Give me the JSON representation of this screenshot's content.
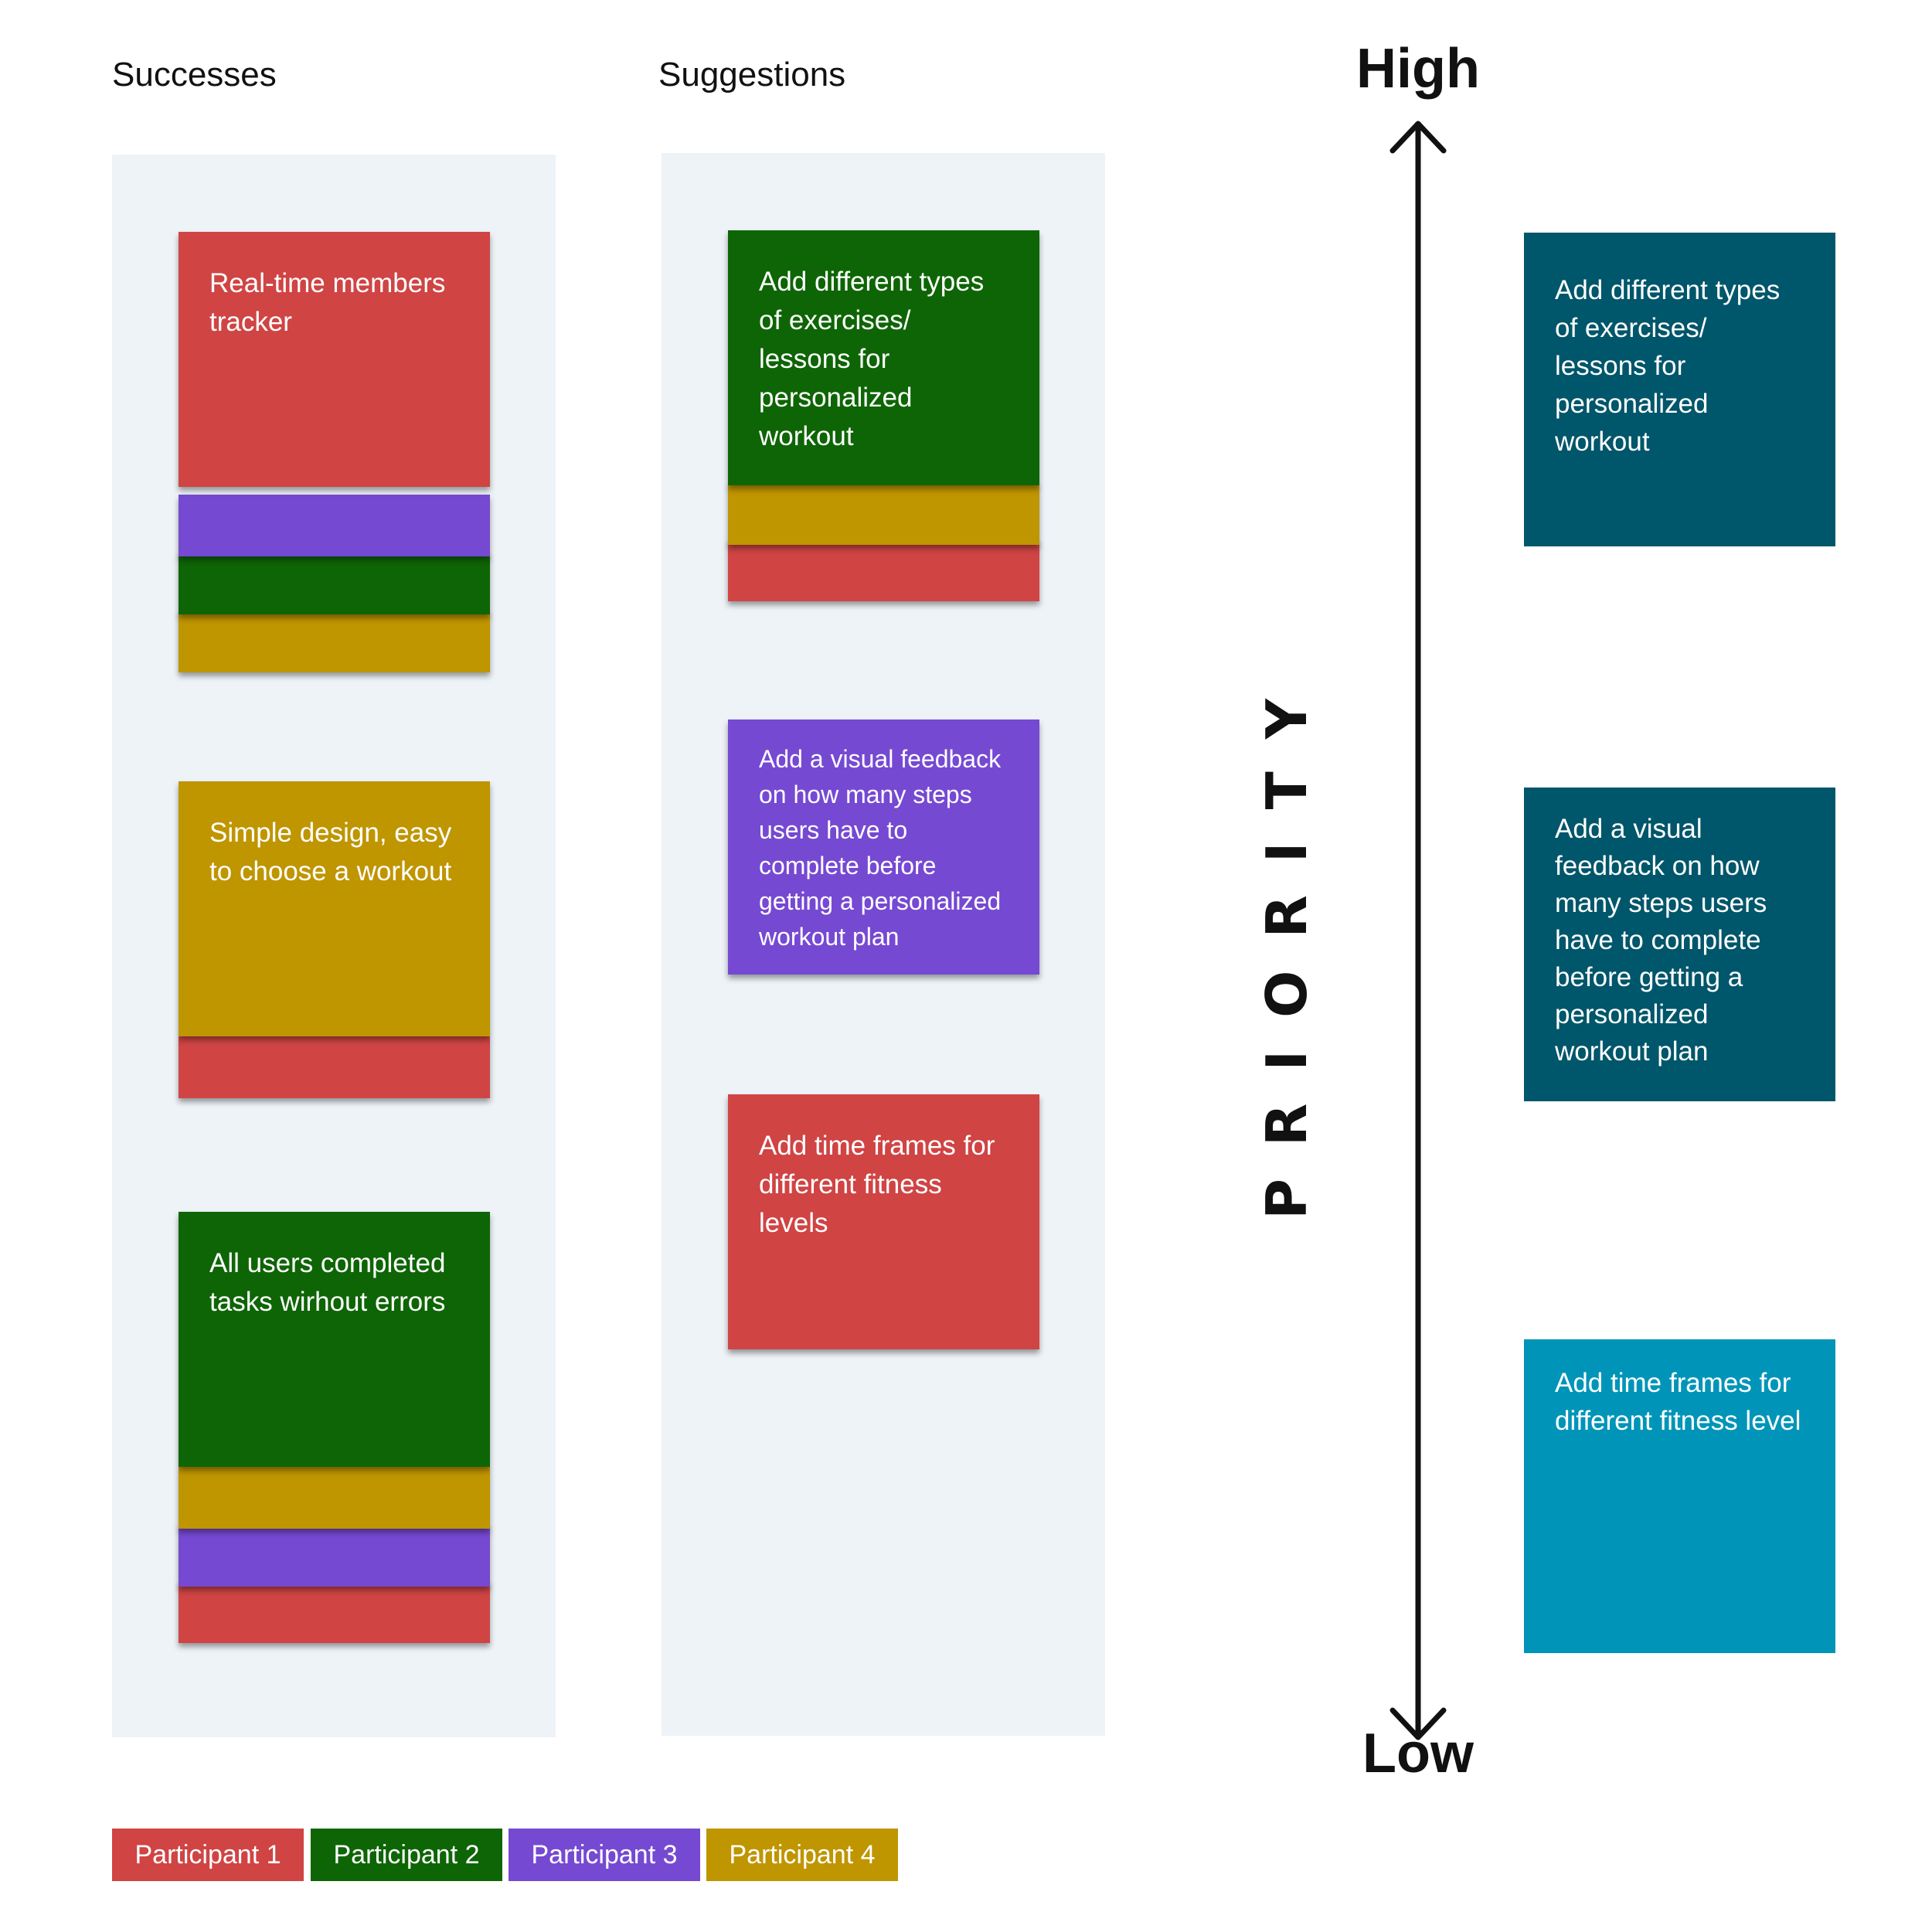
{
  "columns": {
    "successes": {
      "title": "Successes",
      "notes": [
        {
          "text": "Real-time members tracker"
        },
        {
          "text": "Simple design, easy to choose a workout"
        },
        {
          "text": "All users completed tasks wirhout errors"
        }
      ]
    },
    "suggestions": {
      "title": "Suggestions",
      "notes": [
        {
          "text": "Add different types of exercises/ lessons for personalized workout"
        },
        {
          "text": "Add a visual feedback on how many steps users  have to complete before getting a personalized workout plan"
        },
        {
          "text": "Add time frames for different fitness levels"
        }
      ]
    }
  },
  "priority": {
    "axis_title": "PRIORITY",
    "high_label": "High",
    "low_label": "Low",
    "items": [
      {
        "text": "Add different types of exercises/ lessons for personalized workout",
        "color": "#00566a"
      },
      {
        "text": "Add a visual feedback on how many steps users have to complete before getting a personalized workout plan",
        "color": "#00566a"
      },
      {
        "text": "Add time frames for different fitness level",
        "color": "#0095b8"
      }
    ]
  },
  "legend": [
    {
      "label": "Participant 1",
      "color": "#d04444"
    },
    {
      "label": "Participant 2",
      "color": "#0e6505"
    },
    {
      "label": "Participant 3",
      "color": "#7649d2"
    },
    {
      "label": "Participant 4",
      "color": "#bf9500"
    }
  ]
}
